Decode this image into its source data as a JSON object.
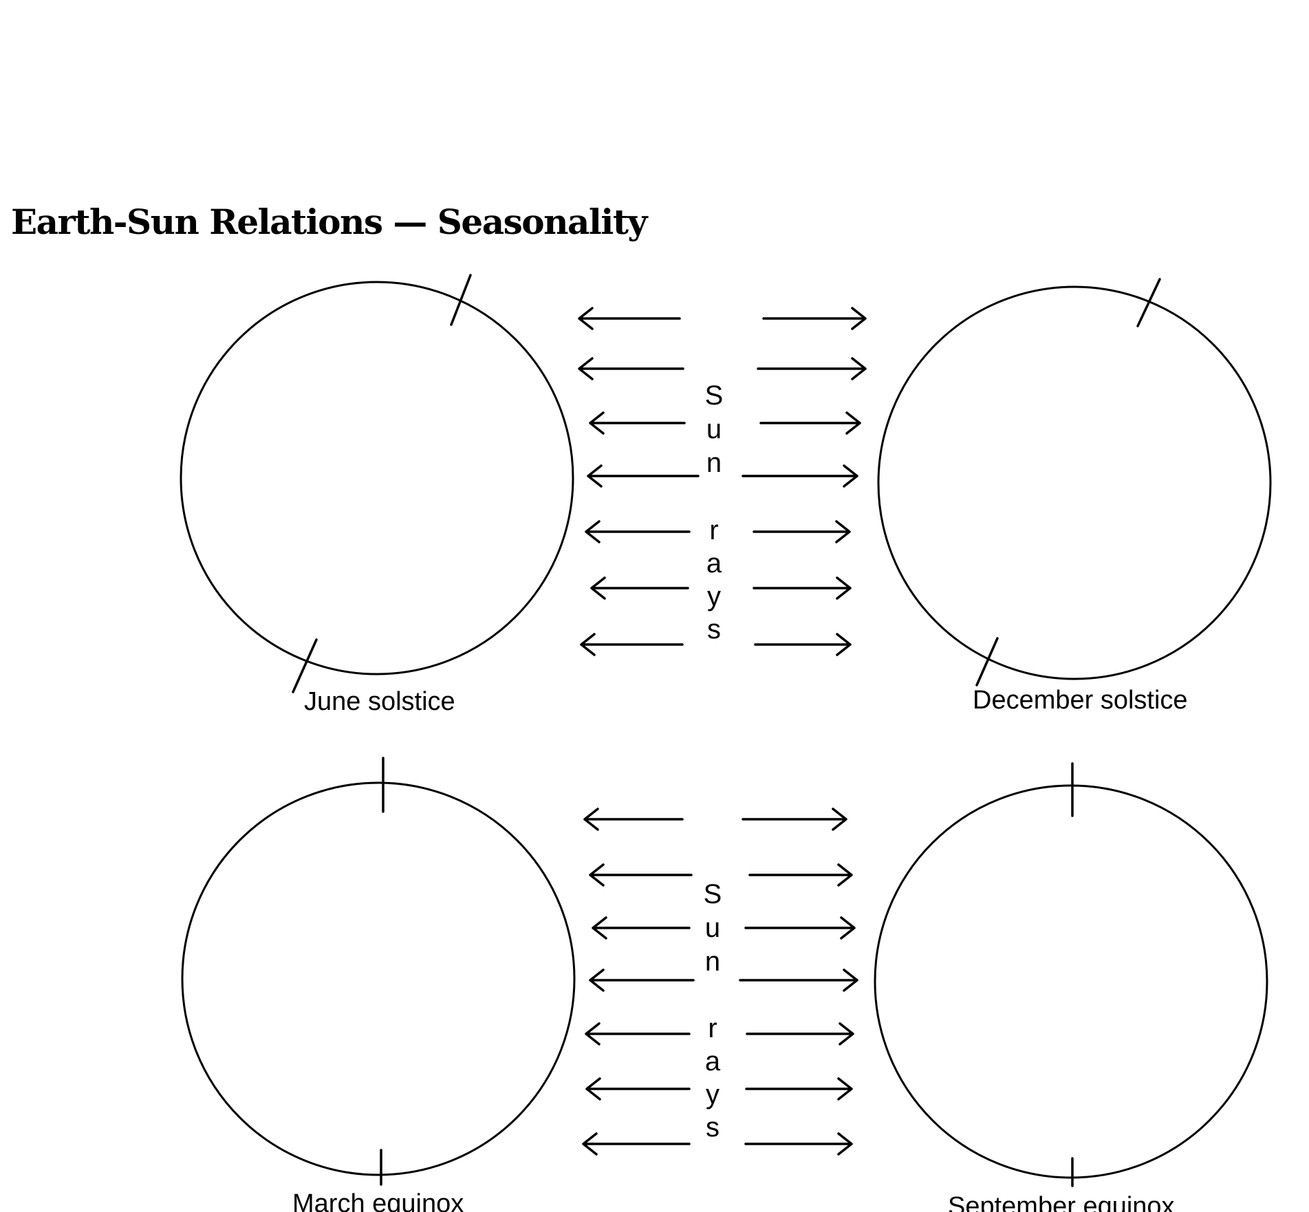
{
  "title": "Earth-Sun Relations — Seasonality",
  "colors": {
    "ink": "#000000",
    "paper": "#ffffff"
  },
  "panels": [
    {
      "label": "June solstice",
      "axis": "tilted"
    },
    {
      "label": "December solstice",
      "axis": "tilted"
    },
    {
      "label": "March equinox",
      "axis": "vertical"
    },
    {
      "label": "September equinox",
      "axis": "vertical"
    }
  ],
  "ray_groups": [
    {
      "letters": [
        "S",
        "u",
        "n",
        "r",
        "a",
        "y",
        "s"
      ]
    },
    {
      "letters": [
        "S",
        "u",
        "n",
        "r",
        "a",
        "y",
        "s"
      ]
    }
  ]
}
